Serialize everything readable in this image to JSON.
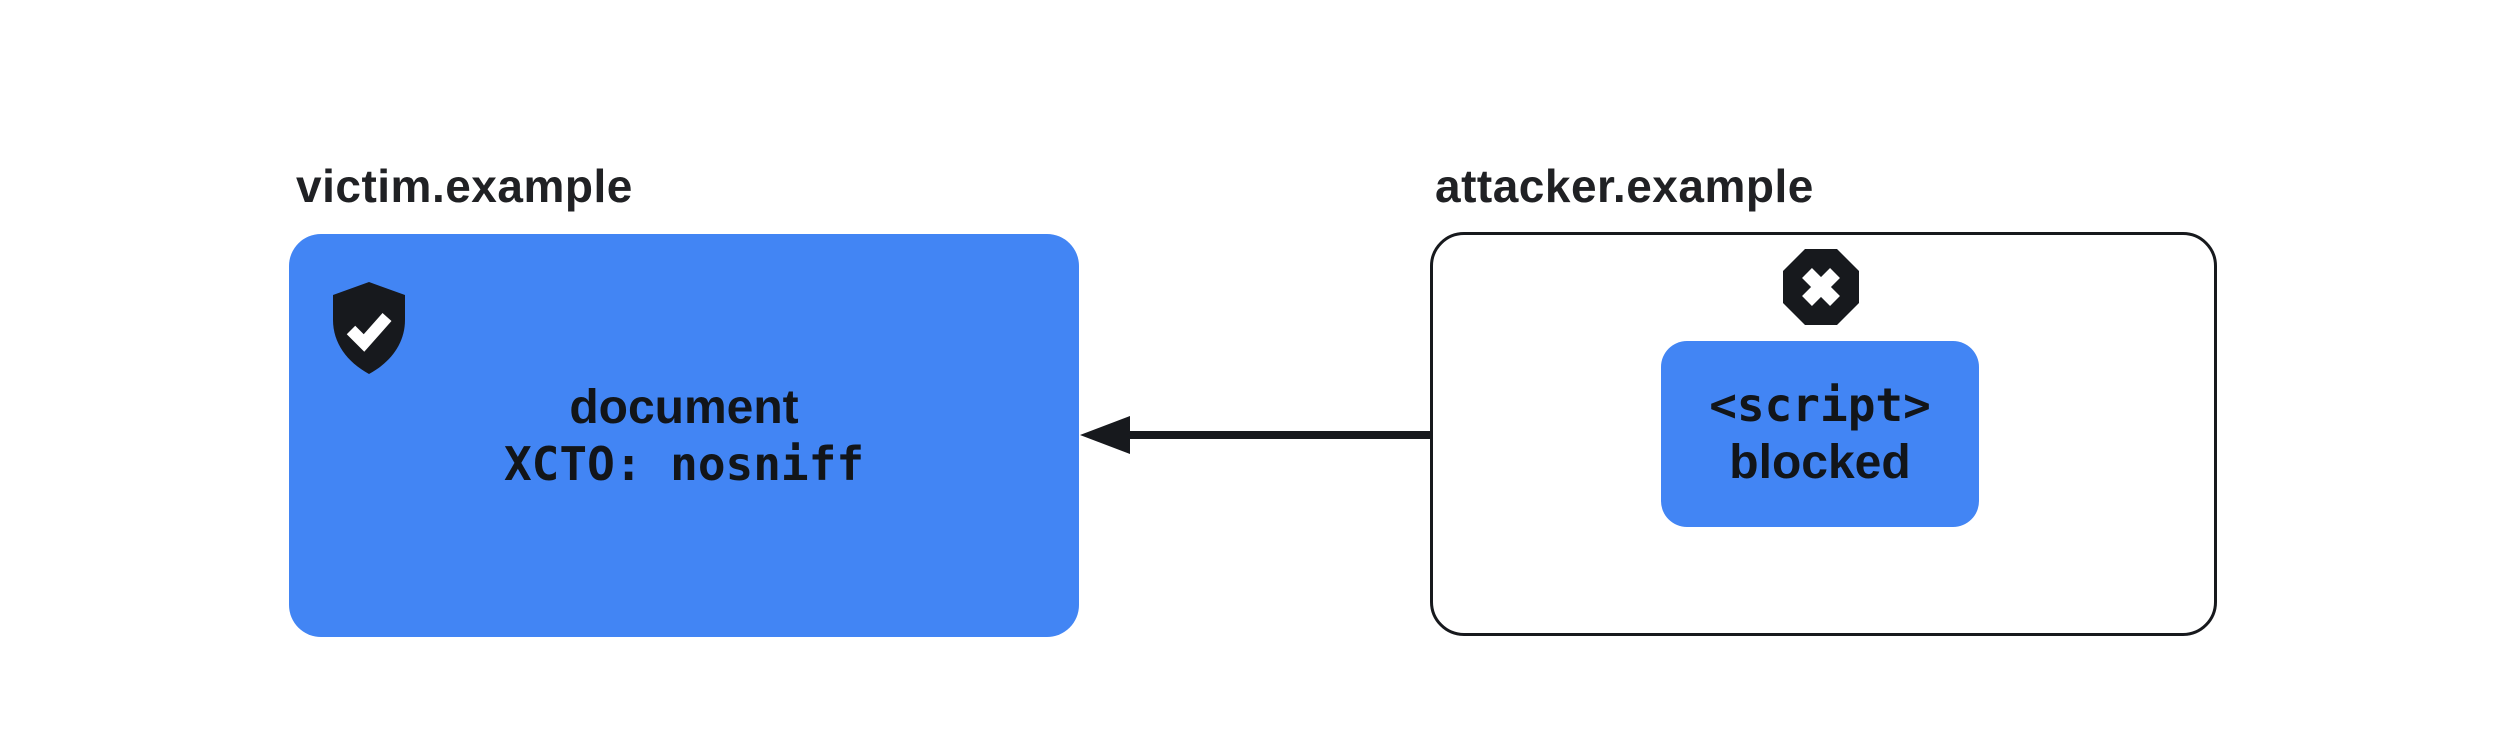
{
  "diagram": {
    "title_semantics": "XCTO nosniff blocks cross-origin script sniffing",
    "victim": {
      "label": "victim.example",
      "icon": "shield-check-icon",
      "card": {
        "line1": "document",
        "line2": "XCTO: nosniff"
      }
    },
    "attacker": {
      "label": "attacker.example",
      "icon": "x-octagon-icon",
      "card": {
        "line1": "<script>",
        "line2": "blocked"
      }
    },
    "arrow": {
      "direction": "points-left",
      "from": "attacker.example script box",
      "to": "victim.example document card"
    },
    "colors": {
      "accent_blue": "#4285F4",
      "ink": "#17191D",
      "label_text": "#202124",
      "background": "#ffffff"
    }
  }
}
